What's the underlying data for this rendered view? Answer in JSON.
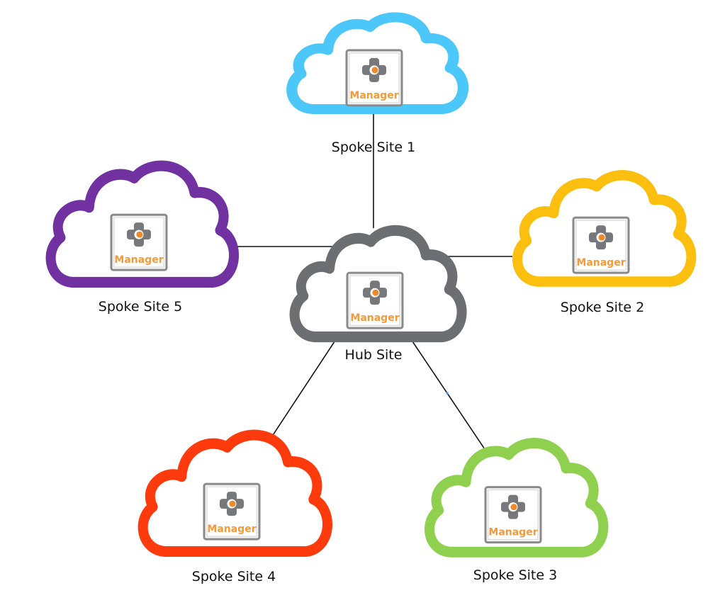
{
  "diagram": {
    "type": "hub-and-spoke",
    "hub": {
      "id": "hub",
      "label": "Hub Site",
      "color": "#6d6e71",
      "badge": {
        "icon": "manager-cross-icon",
        "label": "Manager"
      }
    },
    "spokes": [
      {
        "id": "spoke1",
        "label": "Spoke Site 1",
        "color": "#4cc7fa",
        "badge": {
          "icon": "manager-cross-icon",
          "label": "Manager"
        }
      },
      {
        "id": "spoke2",
        "label": "Spoke Site 2",
        "color": "#fcbe0f",
        "badge": {
          "icon": "manager-cross-icon",
          "label": "Manager"
        }
      },
      {
        "id": "spoke3",
        "label": "Spoke Site 3",
        "color": "#8fd14f",
        "badge": {
          "icon": "manager-cross-icon",
          "label": "Manager"
        }
      },
      {
        "id": "spoke4",
        "label": "Spoke Site 4",
        "color": "#ff3a0c",
        "badge": {
          "icon": "manager-cross-icon",
          "label": "Manager"
        }
      },
      {
        "id": "spoke5",
        "label": "Spoke Site 5",
        "color": "#7131a1",
        "badge": {
          "icon": "manager-cross-icon",
          "label": "Manager"
        }
      }
    ],
    "connections": [
      {
        "from": "hub",
        "to": "spoke1"
      },
      {
        "from": "hub",
        "to": "spoke2"
      },
      {
        "from": "hub",
        "to": "spoke3",
        "selected": true
      },
      {
        "from": "hub",
        "to": "spoke4"
      },
      {
        "from": "hub",
        "to": "spoke5"
      }
    ],
    "colors": {
      "line": "#111111",
      "badge_frame": "#8a8a8a",
      "badge_fill": "#f4f4f4",
      "cross": "#77787b",
      "cross_dot": "#f0892a",
      "badge_text": "#f59a3b",
      "selection_handle": "#4a8cff"
    }
  }
}
